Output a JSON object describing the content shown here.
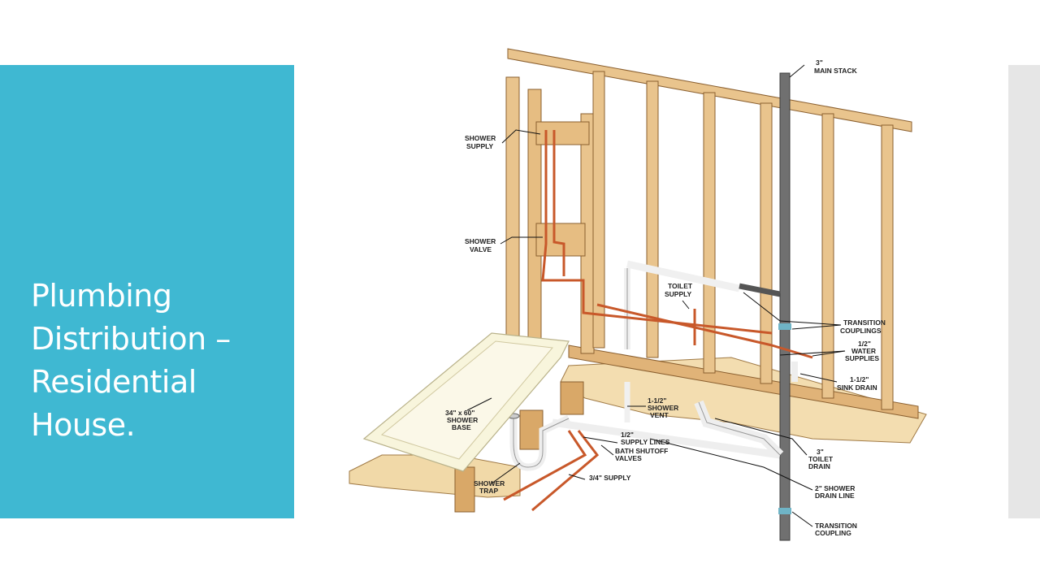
{
  "slide": {
    "title_lines": [
      "Plumbing",
      "Distribution –",
      "Residential",
      "House."
    ]
  },
  "colors": {
    "panel": "#3fb8d2",
    "strip": "#e6e6e6",
    "wood": "#e9c48d",
    "copper": "#c8582a",
    "pvc": "#f0f0f0",
    "stack": "#707070"
  },
  "diagram": {
    "labels": {
      "main_stack": [
        "3\"",
        "MAIN STACK"
      ],
      "shower_supply": [
        "SHOWER",
        "SUPPLY"
      ],
      "shower_valve": [
        "SHOWER",
        "VALVE"
      ],
      "toilet_supply": [
        "TOILET",
        "SUPPLY"
      ],
      "transition_couplings": [
        "TRANSITION",
        "COUPLINGS"
      ],
      "water_supplies": [
        "1/2\"",
        "WATER",
        "SUPPLIES"
      ],
      "sink_drain": [
        "1-1/2\"",
        "SINK DRAIN"
      ],
      "shower_base": [
        "34\" x 60\"",
        "SHOWER",
        "BASE"
      ],
      "shower_vent": [
        "1-1/2\"",
        "SHOWER",
        "VENT"
      ],
      "supply_lines": [
        "1/2\"",
        "SUPPLY LINES"
      ],
      "bath_shutoff": [
        "BATH SHUTOFF",
        "VALVES"
      ],
      "toilet_drain": [
        "3\"",
        "TOILET",
        "DRAIN"
      ],
      "shower_trap": [
        "SHOWER",
        "TRAP"
      ],
      "supply_34": [
        "3/4\" SUPPLY"
      ],
      "shower_drain_line": [
        "2\" SHOWER",
        "DRAIN LINE"
      ],
      "transition_coupling": [
        "TRANSITION",
        "COUPLING"
      ]
    }
  }
}
